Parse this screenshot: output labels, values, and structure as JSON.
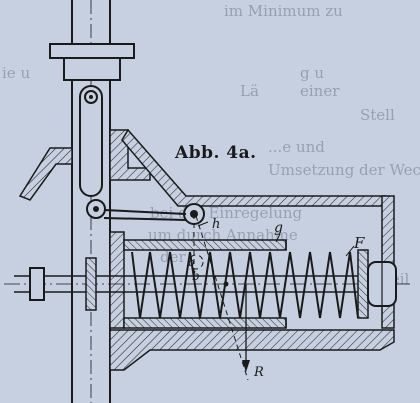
{
  "caption": "Abb. 4a.",
  "labels": {
    "h": "h",
    "g": "g",
    "F": "F",
    "o": "o",
    "b": "b",
    "R": "R"
  },
  "background_text": [
    "im Minimum zu",
    "ie u",
    "g u",
    "Lä",
    "einer",
    "Stell",
    "...e und",
    "Umsetzung der Wechs",
    "bei der Einregelung",
    "um durch Annahme",
    "der",
    "Teil"
  ],
  "colors": {
    "paper": "#c6d0e0",
    "ink": "#1a1a1a",
    "hatch": "#2a2a2a",
    "ghost_text": "#6f7a8a"
  }
}
